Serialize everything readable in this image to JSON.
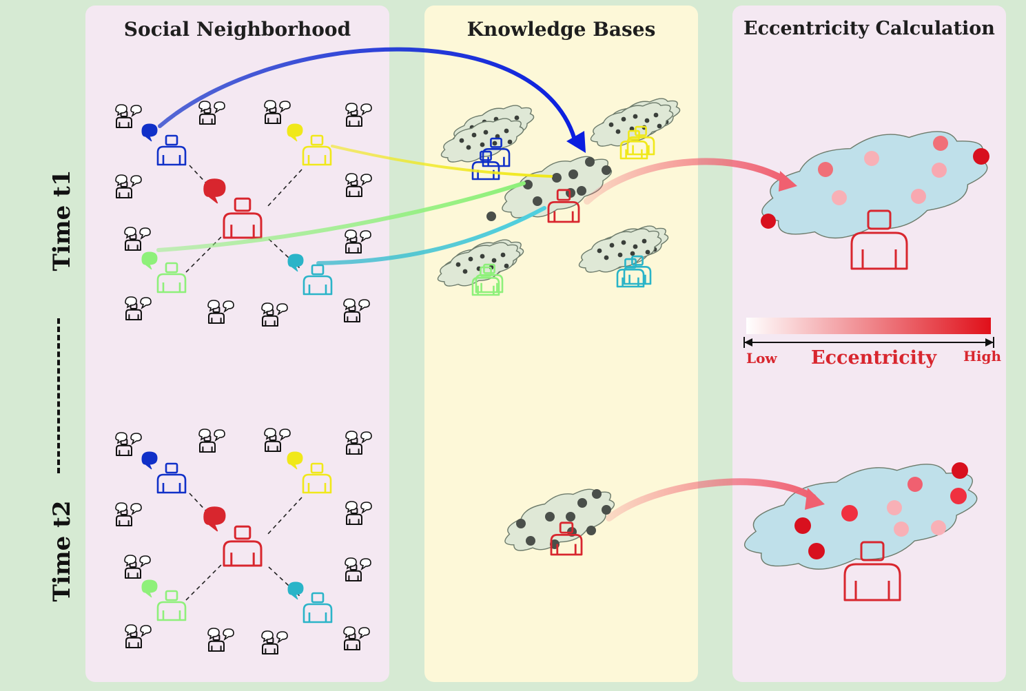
{
  "panels": {
    "social": {
      "title": "Social Neighborhood"
    },
    "knowledge": {
      "title": "Knowledge Bases"
    },
    "eccentricity": {
      "title": "Eccentricity Calculation"
    }
  },
  "time_labels": {
    "t1": "Time  t1",
    "t2": "Time  t2"
  },
  "scale": {
    "low": "Low",
    "label": "Eccentricity",
    "high": "High"
  },
  "colors": {
    "background": "#d6ead3",
    "panel_pink": "#f4e8f2",
    "panel_yellow": "#fdf8d8",
    "ego": "#d8262e",
    "blue": "#1030c8",
    "yellow": "#f0e81a",
    "green": "#8ef07a",
    "cyan": "#2ab4c8",
    "cloud_grey": "#dfe8d6",
    "cloud_blue": "#bfe0ea"
  }
}
